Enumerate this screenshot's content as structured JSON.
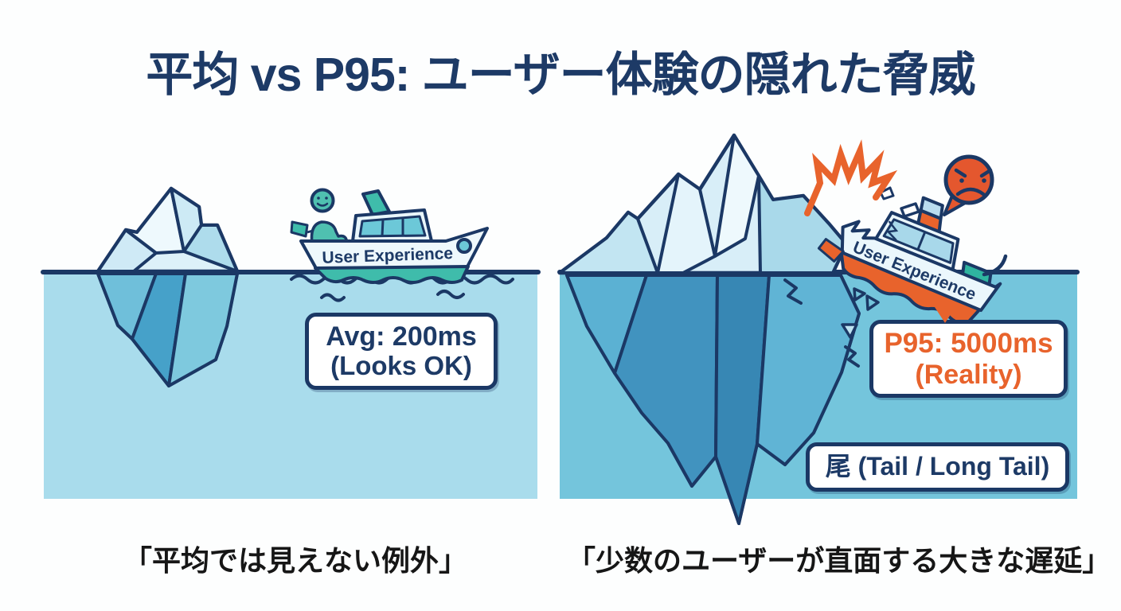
{
  "title": "平均 vs P95: ユーザー体験の隠れた脅威",
  "left_panel": {
    "boat_label": "User Experience",
    "metric_line1": "Avg: 200ms",
    "metric_line2": "(Looks OK)",
    "caption": "「平均では見えない例外」"
  },
  "right_panel": {
    "boat_label": "User Experience",
    "metric_line1": "P95: 5000ms",
    "metric_line2": "(Reality)",
    "tail_label": "尾 (Tail / Long Tail)",
    "caption": "「少数のユーザーが直面する大きな遅延」"
  },
  "icons": {
    "left": [
      "small-iceberg-icon",
      "happy-sailor-icon",
      "boat-icon",
      "flag-icon",
      "waves-icon"
    ],
    "right": [
      "large-iceberg-icon",
      "crashed-boat-icon",
      "crash-burst-icon",
      "angry-emoji-bubble-icon",
      "debris-icon",
      "crack-icon"
    ]
  },
  "colors": {
    "navy_outline": "#1b3865",
    "title_navy": "#1d3a66",
    "orange": "#e8632c",
    "emoji_orange": "#e4572e",
    "teal": "#3fbcab",
    "water_left": "#a9dcec",
    "water_right": "#74c5dc",
    "ice_above_light": "#ddf1f9",
    "ice_below_left": "#4ba4cb",
    "ice_below_right": "#3a8cb9",
    "caption_black": "#161616"
  }
}
